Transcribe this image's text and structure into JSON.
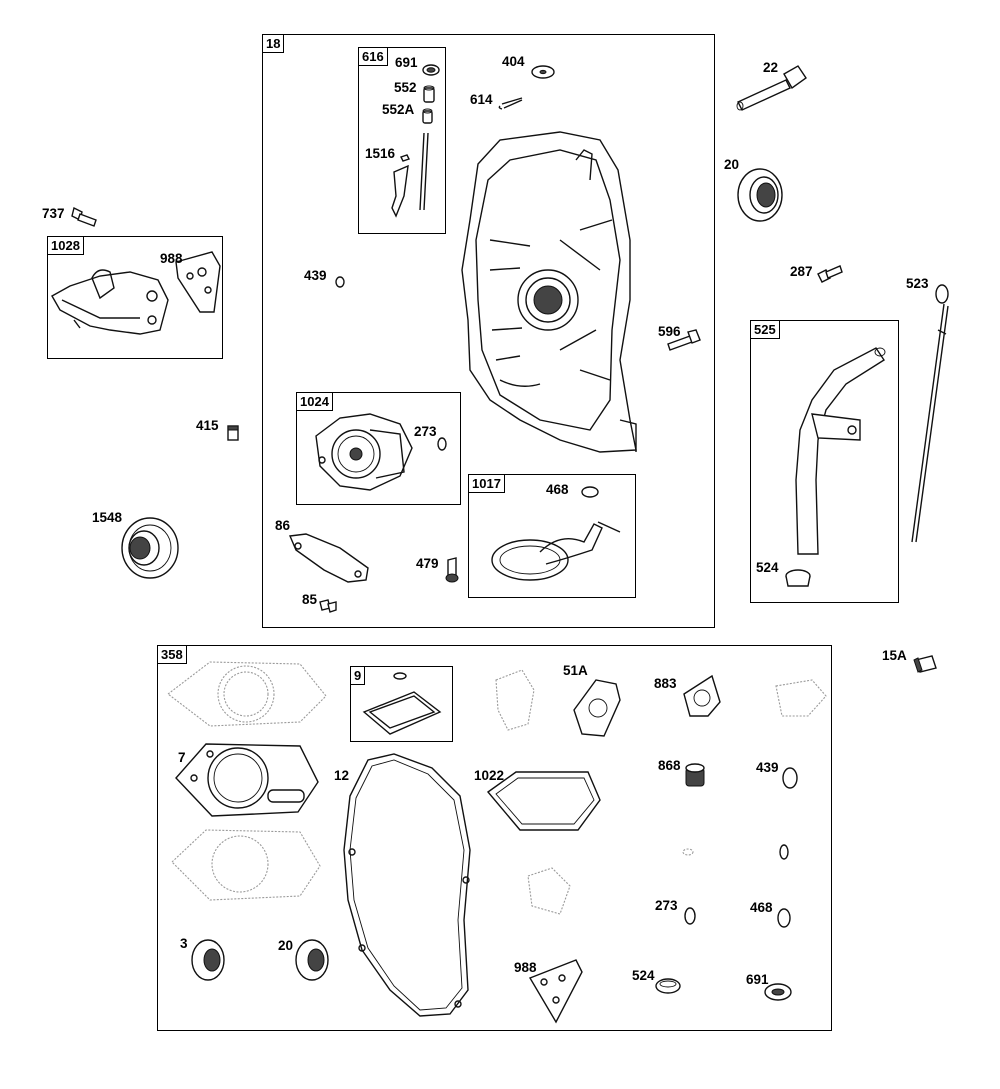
{
  "groups": {
    "g18": "18",
    "g616": "616",
    "g1028": "1028",
    "g1024": "1024",
    "g1017": "1017",
    "g525": "525",
    "g358": "358",
    "g9": "9"
  },
  "labels": {
    "l691a": "691",
    "l552": "552",
    "l552a": "552A",
    "l1516": "1516",
    "l404": "404",
    "l614": "614",
    "l22": "22",
    "l20a": "20",
    "l737": "737",
    "l988a": "988",
    "l439a": "439",
    "l287": "287",
    "l523": "523",
    "l596": "596",
    "l415": "415",
    "l273a": "273",
    "l468a": "468",
    "l1548": "1548",
    "l86": "86",
    "l479": "479",
    "l85": "85",
    "l524a": "524",
    "l15a": "15A",
    "l51a": "51A",
    "l883": "883",
    "l7": "7",
    "l12": "12",
    "l1022": "1022",
    "l868": "868",
    "l439b": "439",
    "l273b": "273",
    "l468b": "468",
    "l3": "3",
    "l20b": "20",
    "l988b": "988",
    "l524b": "524",
    "l691b": "691"
  }
}
